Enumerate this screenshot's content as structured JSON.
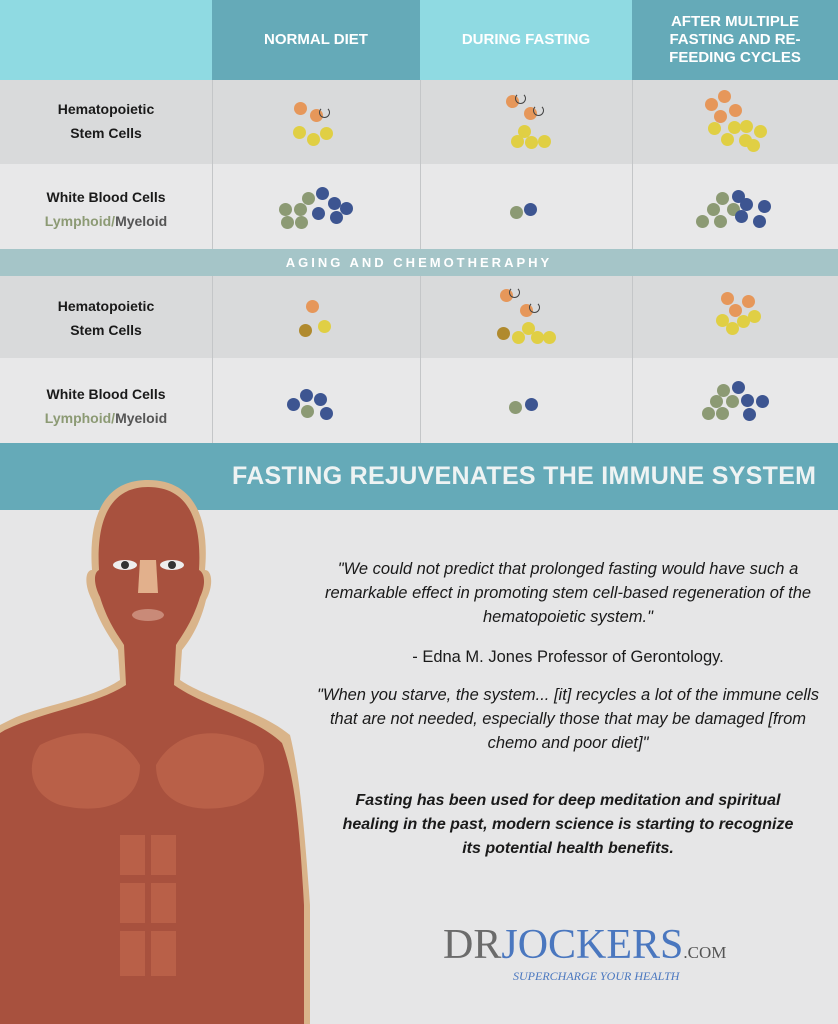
{
  "columns": [
    "NORMAL DIET",
    "DURING FASTING",
    "AFTER MULTIPLE FASTING AND RE-FEEDING CYCLES"
  ],
  "rows": {
    "hsc": [
      "Hematopoietic",
      "Stem Cells"
    ],
    "wbc": "White Blood Cells",
    "lymphoid": "Lymphoid",
    "slash": "/",
    "myeloid": "Myeloid"
  },
  "section_band": "AGING AND CHEMOTHERAPHY",
  "banner": "FASTING REJUVENATES THE IMMUNE SYSTEM",
  "quote1": "\"We could not predict that prolonged fasting would have such a remarkable effect in promoting stem cell-based regeneration of the hematopoietic system.\"",
  "attribution": "- Edna M. Jones Professor of Gerontology.",
  "quote2": "\"When you starve, the system... [it] recycles a lot of the immune cells that are not needed, especially those that may be damaged [from chemo and poor diet]\"",
  "statement": "Fasting has been used for deep meditation and spiritual healing in the past, modern science is starting to recognize its potential health benefits.",
  "logo": {
    "dr": "DR",
    "jockers": "JOCKERS",
    "com": ".COM",
    "tagline": "SUPERCHARGE YOUR HEALTH"
  },
  "colors": {
    "orange": "#e6975a",
    "yellow": "#e0cf44",
    "green": "#8c9a74",
    "blue": "#3d5591",
    "brown": "#b08a2e",
    "teal": "#65aab8",
    "light_teal": "#8fdae2"
  }
}
